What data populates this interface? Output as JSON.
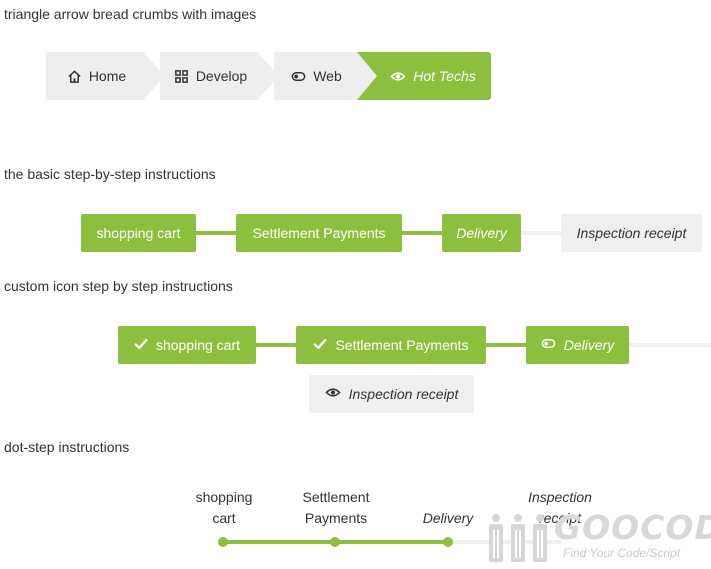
{
  "sections": {
    "breadcrumb_title": "triangle arrow bread crumbs with images",
    "basic_title": "the basic step-by-step instructions",
    "icon_title": "custom icon step by step instructions",
    "dot_title": "dot-step instructions"
  },
  "breadcrumb": {
    "items": [
      {
        "label": "Home",
        "icon": "home-icon"
      },
      {
        "label": "Develop",
        "icon": "grid-icon"
      },
      {
        "label": "Web",
        "icon": "toggle-icon"
      },
      {
        "label": "Hot Techs",
        "icon": "eye-icon"
      }
    ]
  },
  "basic_steps": [
    "shopping cart",
    "Settlement Payments",
    "Delivery",
    "Inspection receipt"
  ],
  "icon_steps": [
    {
      "label": "shopping cart",
      "icon": "check-icon"
    },
    {
      "label": "Settlement Payments",
      "icon": "check-icon"
    },
    {
      "label": "Delivery",
      "icon": "toggle-icon"
    },
    {
      "label": "Inspection receipt",
      "icon": "eye-icon"
    }
  ],
  "dot_steps": [
    {
      "line1": "shopping",
      "line2": "cart"
    },
    {
      "line1": "Settlement",
      "line2": "Payments"
    },
    {
      "line1": "Delivery",
      "line2": ""
    },
    {
      "line1": "Inspection",
      "line2": "receipt"
    }
  ],
  "colors": {
    "accent": "#8dbf3e",
    "inactive": "#eeeff0"
  },
  "watermark": {
    "brand": "GOOCODE",
    "tagline": "Find Your Code/Script"
  }
}
